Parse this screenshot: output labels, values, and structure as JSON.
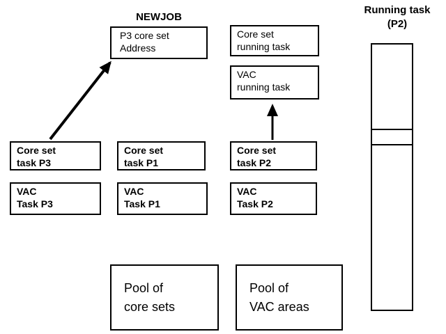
{
  "diagram": {
    "newjob_label": "NEWJOB",
    "boxes": {
      "p3_core_set_address": {
        "line1": "P3 core set",
        "line2": "Address"
      },
      "core_set_running_task": {
        "line1": "Core set",
        "line2": "running task"
      },
      "vac_running_task": {
        "line1": "VAC",
        "line2": "running task"
      },
      "core_set_task_p3": {
        "line1": "Core set",
        "line2": "task P3"
      },
      "core_set_task_p1": {
        "line1": "Core set",
        "line2": "task P1"
      },
      "core_set_task_p2": {
        "line1": "Core set",
        "line2": "task P2"
      },
      "vac_task_p3": {
        "line1": "VAC",
        "line2": "Task P3"
      },
      "vac_task_p1": {
        "line1": "VAC",
        "line2": "Task P1"
      },
      "vac_task_p2": {
        "line1": "VAC",
        "line2": "Task P2"
      },
      "pool_core_sets": {
        "line1": "Pool of",
        "line2": "core sets"
      },
      "pool_vac_areas": {
        "line1": "Pool of",
        "line2": "VAC areas"
      }
    },
    "running_task_heading": {
      "line1": "Running task",
      "line2": "(P2)"
    },
    "colors": {
      "border": "#000000",
      "background": "#ffffff",
      "text": "#000000"
    }
  }
}
